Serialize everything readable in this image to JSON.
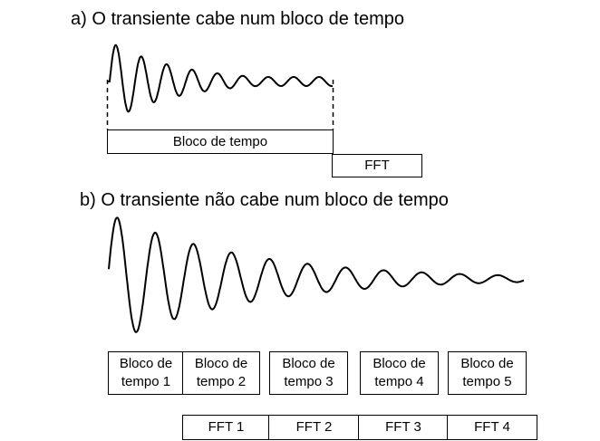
{
  "part_a": {
    "title": "a) O transiente cabe num bloco de tempo",
    "block_label": "Bloco de tempo",
    "fft_label": "FFT"
  },
  "part_b": {
    "title": "b) O transiente não cabe num bloco de tempo",
    "blocks": [
      {
        "line1": "Bloco de",
        "line2": "tempo 1"
      },
      {
        "line1": "Bloco de",
        "line2": "tempo 2"
      },
      {
        "line1": "Bloco de",
        "line2": "tempo 3"
      },
      {
        "line1": "Bloco de",
        "line2": "tempo 4"
      },
      {
        "line1": "Bloco de",
        "line2": "tempo 5"
      }
    ],
    "ffts": [
      "FFT 1",
      "FFT 2",
      "FFT 3",
      "FFT 4"
    ]
  },
  "colors": {
    "line": "#000000",
    "background": "#ffffff"
  }
}
